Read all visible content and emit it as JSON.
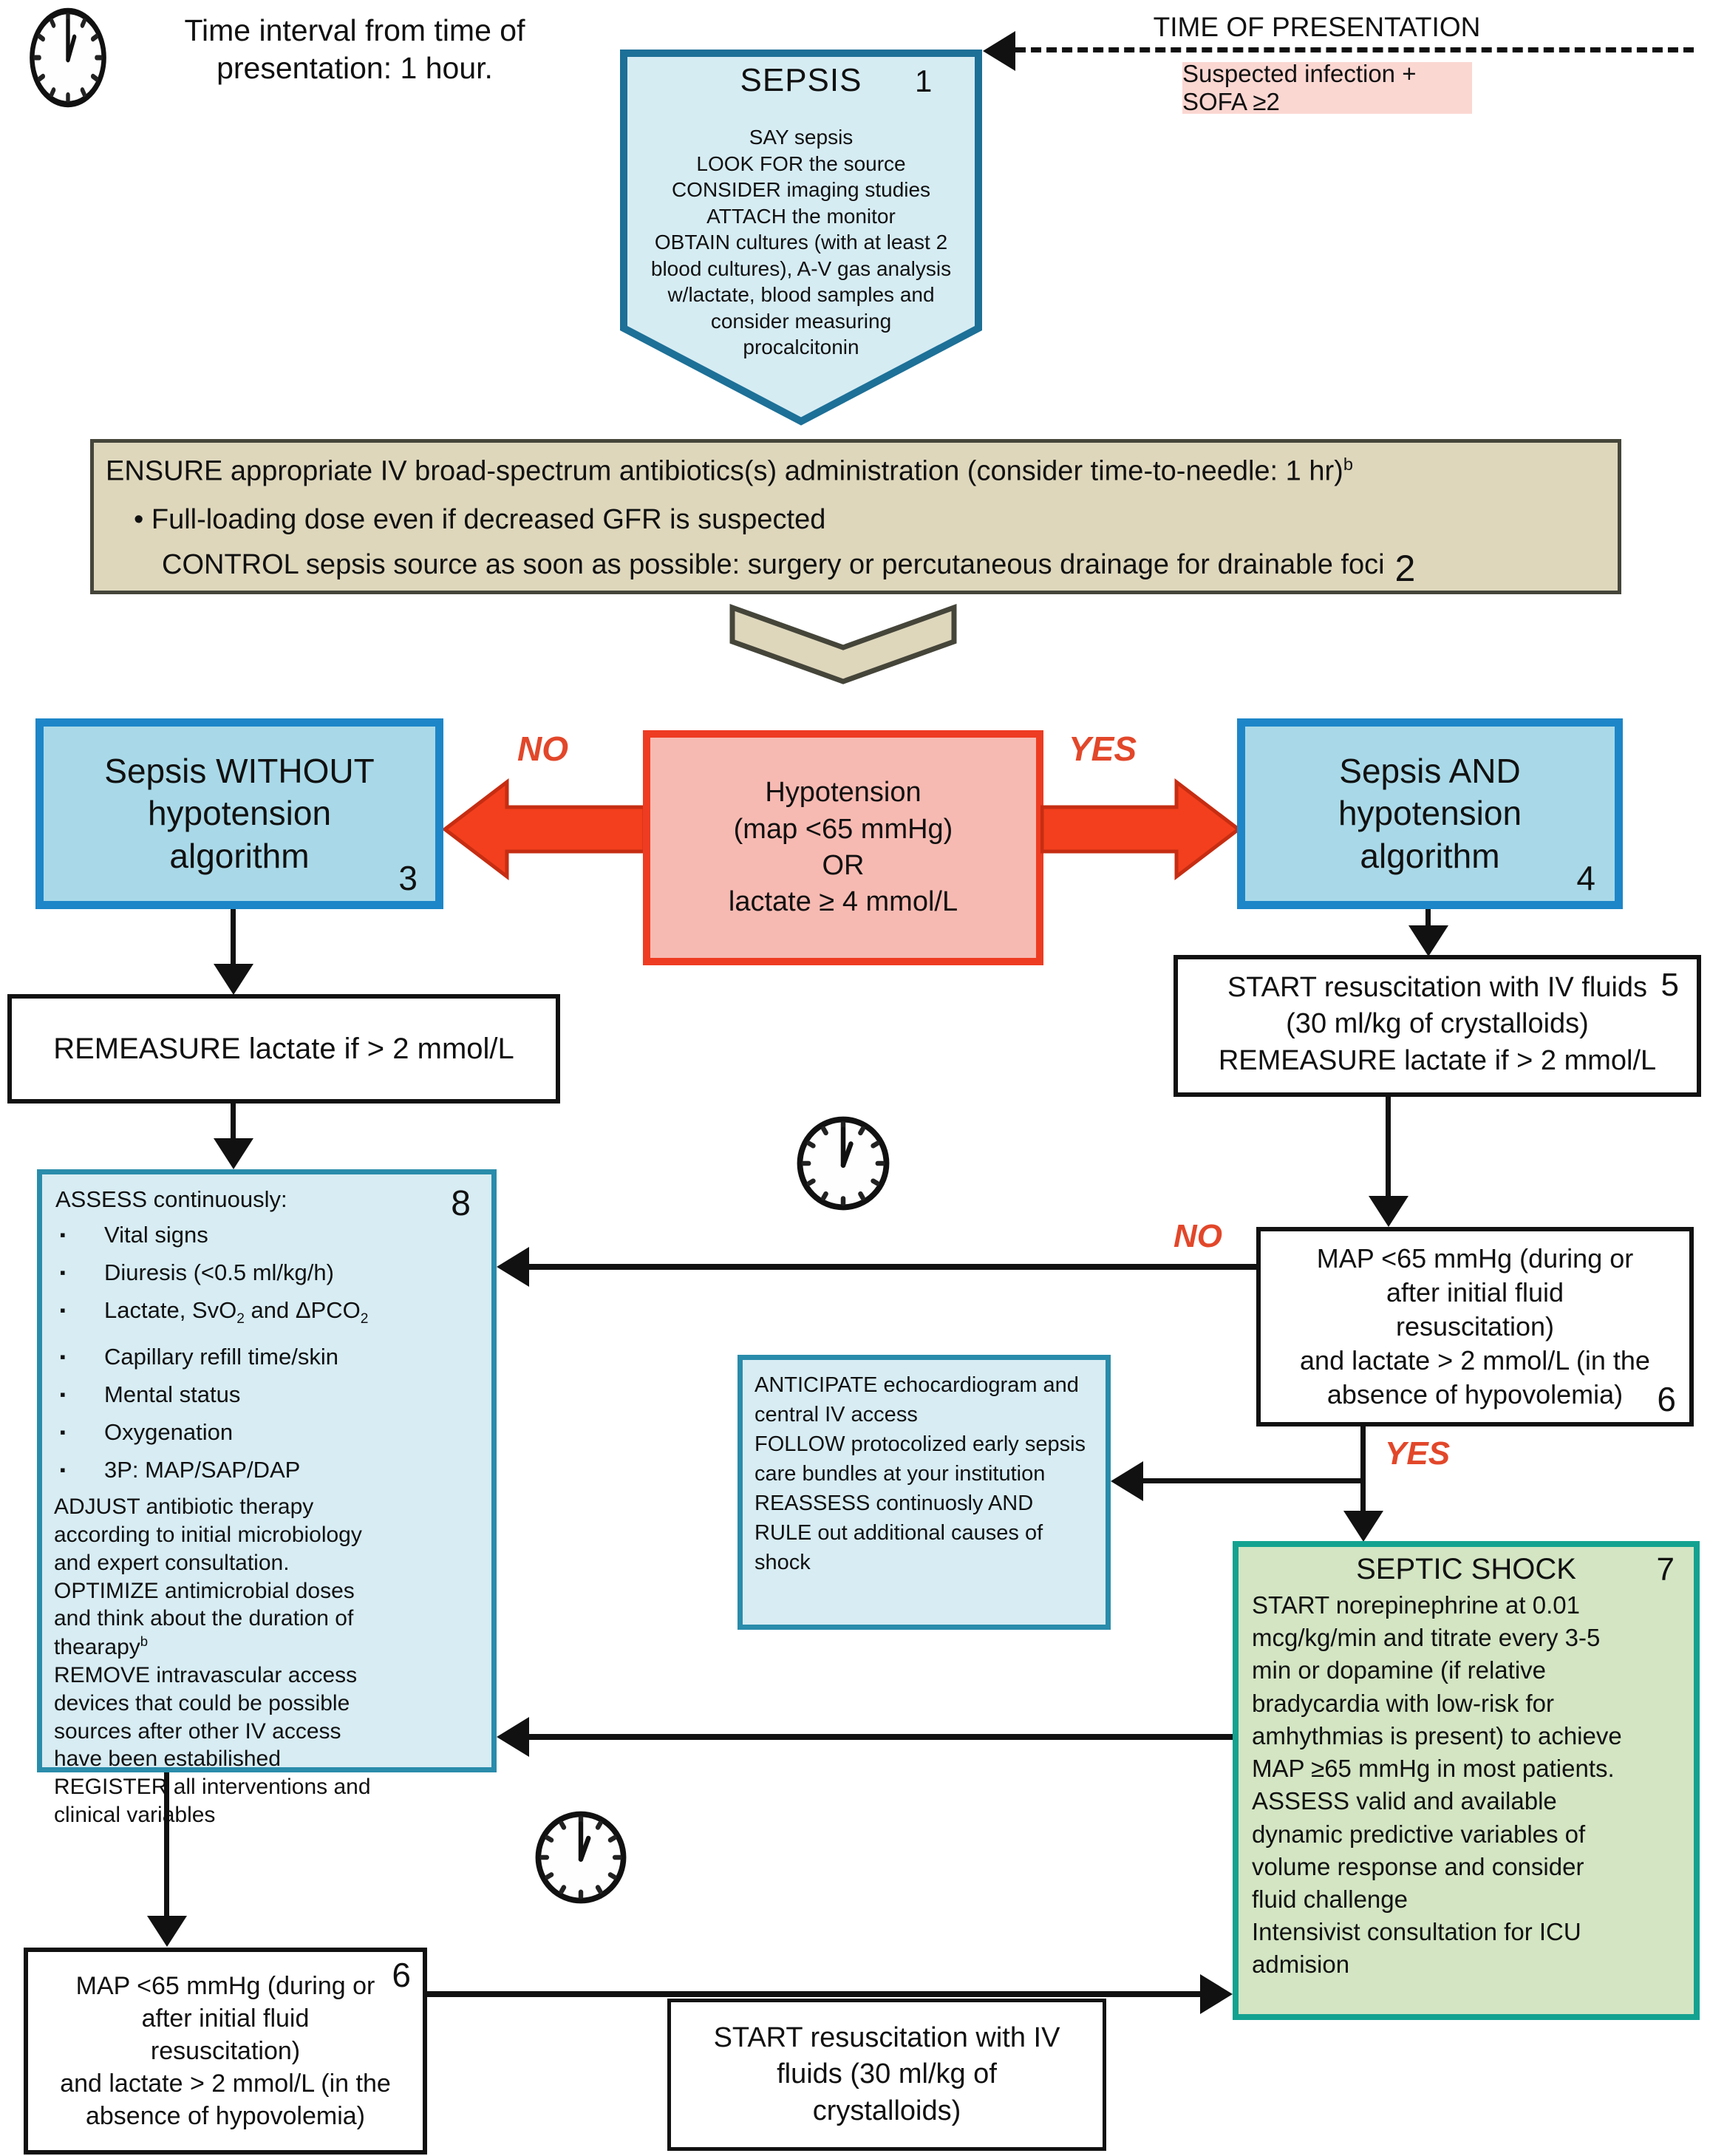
{
  "palette": {
    "light_blue_fill": "#d6ecf3",
    "blue_border": "#1d7097",
    "bright_blue_border": "#1d86c8",
    "cyan_fill": "#a9d9e8",
    "tan_fill": "#ded7bc",
    "tan_border": "#45453a",
    "pink_fill": "#f7bab2",
    "red_border": "#ee3c22",
    "arrow_red": "#f33f1d",
    "label_red": "#e2472a",
    "pale_pink_fill": "#fbd7d2",
    "green_fill": "#d3e5c3",
    "green_border": "#14a290",
    "black": "#111111"
  },
  "labels": {
    "no": "NO",
    "yes": "YES"
  },
  "header": {
    "time_note": "Time interval from time of\npresentation: 1 hour.",
    "presentation_title": "TIME OF PRESENTATION",
    "suspected": "Suspected infection + SOFA ≥2"
  },
  "sepsis": {
    "title": "SEPSIS",
    "number": "1",
    "body": "SAY sepsis\nLOOK FOR the source\nCONSIDER imaging studies\nATTACH the monitor\nOBTAIN cultures (with at least 2\nblood cultures), A-V gas analysis\nw/lactate, blood samples and\nconsider measuring\nprocalcitonin"
  },
  "ensure": {
    "line1": "ENSURE appropriate IV broad-spectrum antibiotics(s) administration (consider time-to-needle: 1 hr)",
    "line1_sup": "b",
    "line2": "• Full-loading dose even if decreased GFR is suspected",
    "line3": "CONTROL sepsis source as soon as  possible: surgery or percutaneous drainage for drainable foci",
    "number": "2"
  },
  "without_box": {
    "label": "Sepsis WITHOUT\nhypotension\nalgorithm",
    "number": "3"
  },
  "hypotension_box": {
    "label": "Hypotension\n(map <65 mmHg)\nOR\nlactate ≥ 4 mmol/L"
  },
  "and_box": {
    "label": "Sepsis AND\nhypotension\nalgorithm",
    "number": "4"
  },
  "remeasure_box": {
    "label": "REMEASURE lactate if > 2 mmol/L"
  },
  "fluids_box": {
    "line1": "START resuscitation with IV fluids",
    "number": "5",
    "line2": "(30 ml/kg of crystalloids)",
    "line3": "REMEASURE lactate if > 2 mmol/L"
  },
  "assess_box": {
    "number": "8",
    "title": "ASSESS continuously:",
    "bullet": "▪",
    "bullets_a": [
      "Vital signs",
      "Diuresis (<0.5 ml/kg/h)"
    ],
    "lactate_item": {
      "pre": "Lactate, SvO",
      "sub1": "2",
      "mid": " and ΔPCO",
      "sub2": "2"
    },
    "bullets_b": [
      "Capillary refill time/skin",
      "Mental status",
      "Oxygenation",
      "3P: MAP/SAP/DAP"
    ],
    "para1": "ADJUST antibiotic therapy\naccording to initial microbiology\nand expert consultation.\nOPTIMIZE antimicrobial doses\nand think about the duration of\nthearapy",
    "para1_sup": "b",
    "para2": "\nREMOVE intravascular access\ndevices that could be possible\nsources after other IV access\nhave been estabilished\nREGISTER all interventions and\nclinical variables"
  },
  "map_box_right": {
    "label": "MAP <65 mmHg (during or\nafter initial fluid\nresuscitation)\nand lactate > 2 mmol/L (in the\nabsence of hypovolemia)",
    "number": "6"
  },
  "anticipate_box": {
    "label": "ANTICIPATE echocardiogram and\ncentral IV access\nFOLLOW  protocolized early sepsis\ncare bundles at your institution\nREASSESS continuosly AND\nRULE out additional causes of\nshock"
  },
  "septic_shock_box": {
    "title": "SEPTIC SHOCK",
    "number": "7",
    "body": "START norepinephrine at 0.01\nmcg/kg/min and titrate every 3-5\nmin or dopamine (if relative\nbradycardia with low-risk for\namhythmias is present) to achieve\nMAP ≥65 mmHg in most patients.\nASSESS valid and available\ndynamic predictive variables of\nvolume response  and consider\nfluid challenge\nIntensivist consultation for ICU\nadmision"
  },
  "map_box_left": {
    "label": "MAP <65 mmHg (during or\nafter initial  fluid\nresuscitation)\nand lactate > 2 mmol/L (in the\nabsence of hypovolemia)",
    "number": "6"
  },
  "start_box_bottom": {
    "label": "START resuscitation with IV\nfluids (30 ml/kg of\ncrystalloids)"
  }
}
